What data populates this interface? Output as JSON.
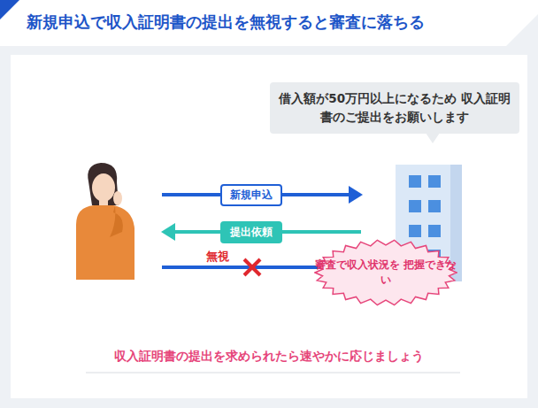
{
  "diagram": {
    "title": "新規申込で収入証明書の提出を無視すると審査に落ちる",
    "caption": "収入証明書の提出を求められたら速やかに応じましょう",
    "nodes": [
      {
        "text": [
          "借入額が50万円以上になるため 収入証明書のご提出をお願いします"
        ]
      },
      {
        "text": [
          "審査で収入状況を 把握できない"
        ]
      },
      {
        "text": [
          "新規申込"
        ]
      },
      {
        "text": [
          "提出依頼"
        ]
      }
    ],
    "labels": [
      "無視"
    ]
  }
}
